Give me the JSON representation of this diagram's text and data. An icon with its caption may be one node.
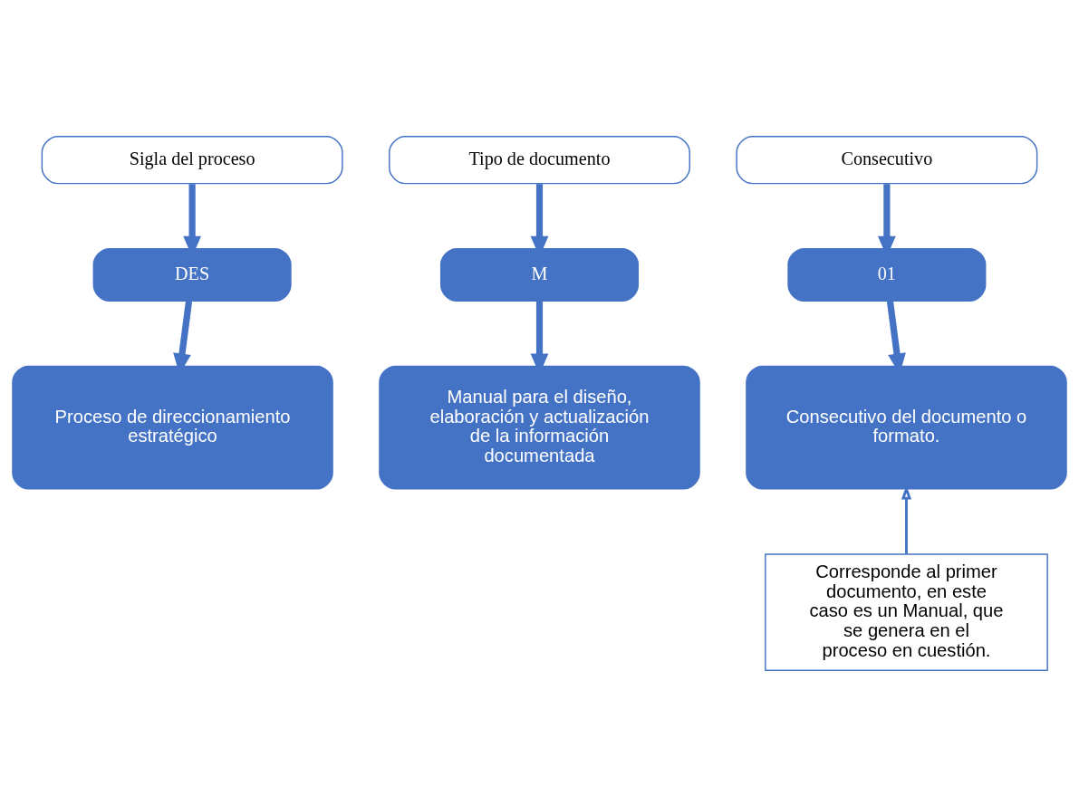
{
  "diagram": {
    "nodes": [
      {
        "text": [
          "Sigla del proceso"
        ]
      },
      {
        "text": [
          "Tipo de documento"
        ]
      },
      {
        "text": [
          "Consecutivo"
        ]
      },
      {
        "text": [
          "DES"
        ]
      },
      {
        "text": [
          "M"
        ]
      },
      {
        "text": [
          "01"
        ]
      },
      {
        "text": [
          "Proceso de direccionamiento estratégico"
        ]
      },
      {
        "text": [
          "Manual para el diseño, elaboración y actualización de la información documentada"
        ]
      },
      {
        "text": [
          "Consecutivo del documento o formato."
        ]
      },
      {
        "text": [
          "Corresponde al primer documento, en este caso es un Manual, que se genera en el proceso en cuestión."
        ]
      }
    ],
    "edges": [
      {
        "from": 0,
        "to": 3,
        "arrow": "to"
      },
      {
        "from": 1,
        "to": 4,
        "arrow": "to"
      },
      {
        "from": 2,
        "to": 5,
        "arrow": "to"
      },
      {
        "from": 3,
        "to": 6,
        "arrow": "to"
      },
      {
        "from": 4,
        "to": 7,
        "arrow": "to"
      },
      {
        "from": 5,
        "to": 8,
        "arrow": "to"
      },
      {
        "from": 9,
        "to": 8,
        "arrow": "to"
      }
    ]
  }
}
